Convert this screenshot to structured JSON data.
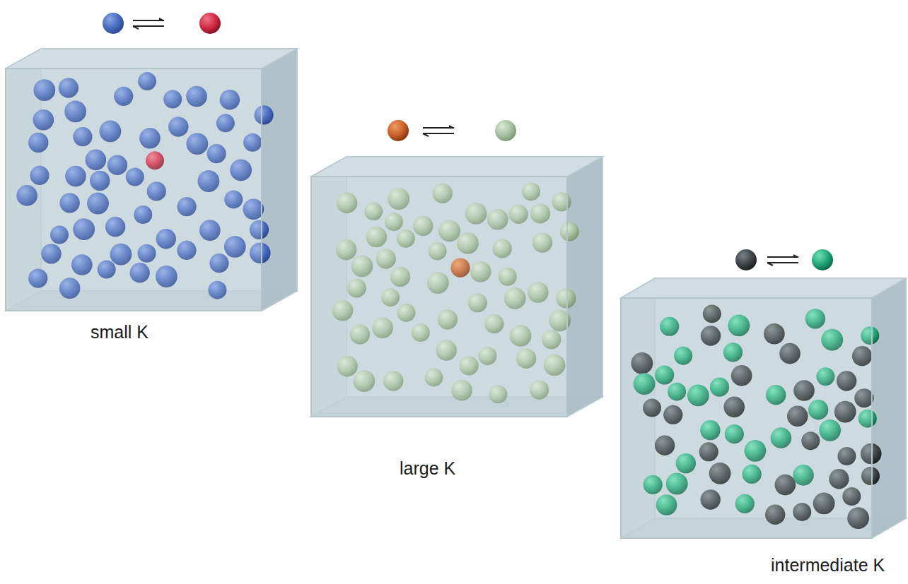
{
  "diagram": {
    "labels": [
      "small K",
      "large K",
      "intermediate K"
    ]
  }
}
